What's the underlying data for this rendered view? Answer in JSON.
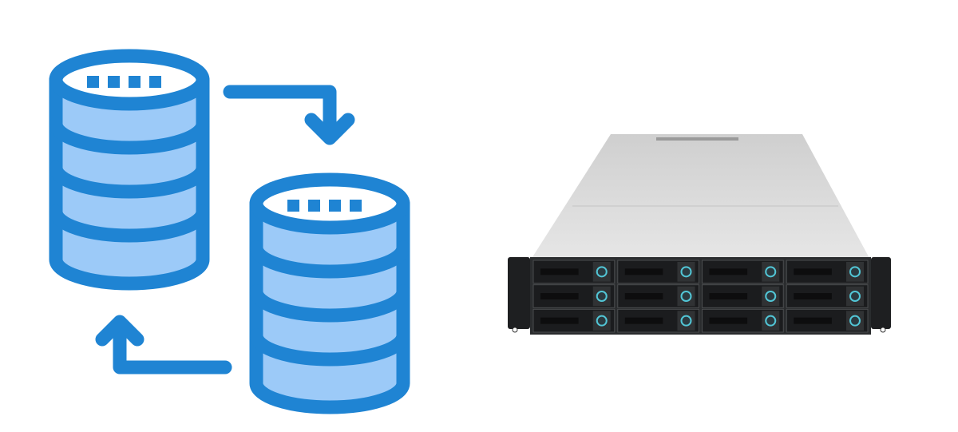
{
  "colors": {
    "db_stroke": "#1f84d3",
    "db_fill": "#9ccaf8",
    "db_top": "#ffffff",
    "server_top": "#d9d9d9",
    "server_front": "#222426",
    "bay_led": "#52c6d6"
  },
  "icons": {
    "database_primary": "database-icon",
    "database_secondary": "database-icon",
    "sync_arrow_forward": "arrow-right-down-icon",
    "sync_arrow_back": "arrow-left-up-icon",
    "server": "rack-server-image"
  },
  "server": {
    "bay_columns": 4,
    "bay_rows": 3
  }
}
